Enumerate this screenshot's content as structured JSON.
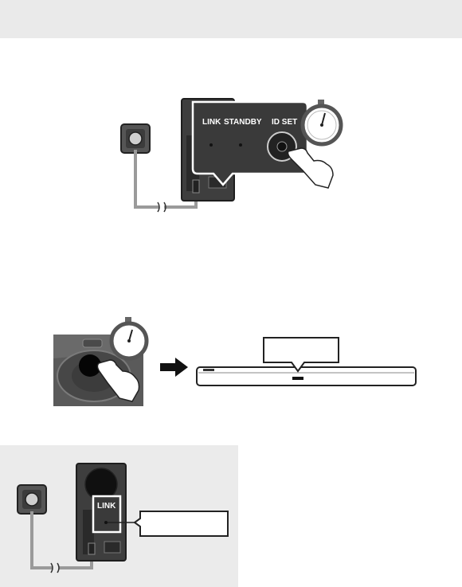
{
  "figure1": {
    "panel_labels": {
      "link": "LINK",
      "standby": "STANDBY",
      "id_set": "ID SET"
    }
  },
  "figure3": {
    "link_label": "LINK"
  },
  "colors": {
    "panel_dark": "#3a3a3a",
    "band_gray": "#eaeaea",
    "cable_gray": "#9a9a9a"
  },
  "icons": [
    "wall-socket-icon",
    "stopwatch-icon",
    "hand-pointer-icon",
    "arrow-right-icon",
    "remote-control-icon",
    "soundbar-icon",
    "subwoofer-icon"
  ]
}
